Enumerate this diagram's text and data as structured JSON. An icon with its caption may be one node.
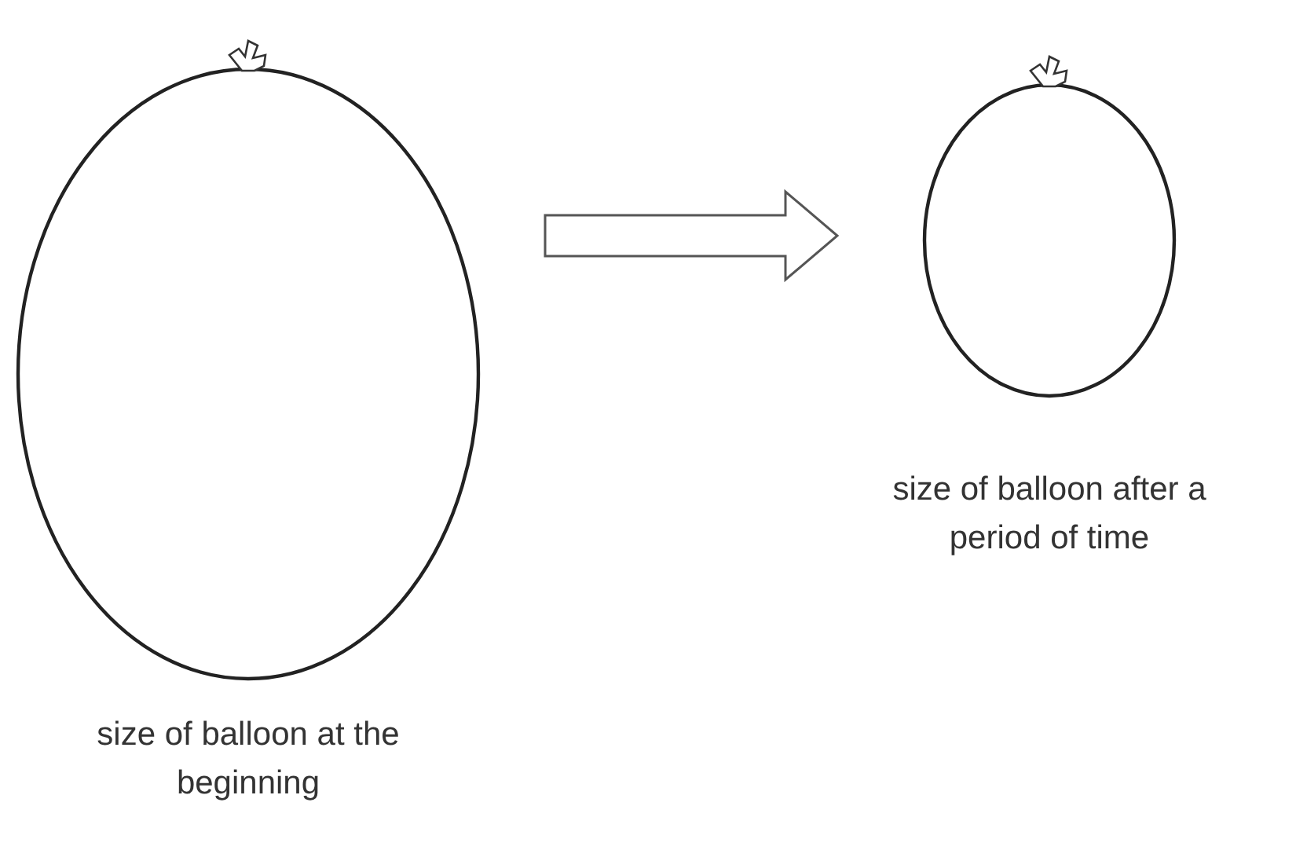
{
  "diagram": {
    "nodes": [
      {
        "text": [],
        "shape": "balloon",
        "beside": [
          "size of balloon at the beginning"
        ]
      },
      {
        "text": [],
        "shape": "balloon",
        "beside": [
          "size of balloon after a period of time"
        ]
      }
    ],
    "edges": [
      {
        "from": 0,
        "to": 1,
        "arrow": "to",
        "style": "thick"
      }
    ]
  }
}
